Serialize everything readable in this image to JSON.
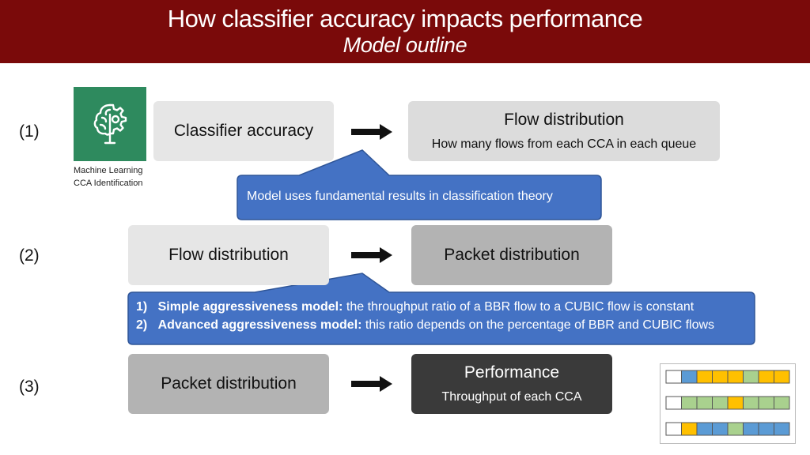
{
  "header": {
    "title": "How classifier accuracy impacts performance",
    "subtitle": "Model outline"
  },
  "steps": [
    "(1)",
    "(2)",
    "(3)"
  ],
  "ml_icon": {
    "icon": "gear-brain-icon",
    "caption_line1": "Machine Learning",
    "caption_line2": "CCA Identification",
    "color": "#2e8a5e"
  },
  "row1": {
    "left_box": "Classifier accuracy",
    "right_box_title": "Flow distribution",
    "right_box_sub": "How many flows from each CCA in each queue"
  },
  "callout1": {
    "text": "Model uses fundamental results in classification theory"
  },
  "row2": {
    "left_box": "Flow distribution",
    "right_box": "Packet distribution"
  },
  "callout2": {
    "item1_num": "1)",
    "item1_bold": "Simple aggressiveness model:",
    "item1_text": " the throughput ratio of a BBR flow to a CUBIC flow is constant",
    "item2_num": "2)",
    "item2_bold": "Advanced aggressiveness model:",
    "item2_text": " this ratio depends on the percentage of BBR and CUBIC flows"
  },
  "row3": {
    "left_box": "Packet distribution",
    "right_box_title": "Performance",
    "right_box_sub": "Throughput of each CCA"
  },
  "queues": {
    "colors": {
      "blue": "#5b9bd5",
      "yellow": "#ffc000",
      "green": "#a9d18e",
      "empty": "#ffffff"
    },
    "rows": [
      [
        "empty",
        "blue",
        "yellow",
        "yellow",
        "yellow",
        "green",
        "yellow",
        "yellow"
      ],
      [
        "empty",
        "green",
        "green",
        "green",
        "yellow",
        "green",
        "green",
        "green"
      ],
      [
        "empty",
        "yellow",
        "blue",
        "blue",
        "green",
        "blue",
        "blue",
        "blue"
      ]
    ]
  },
  "colors": {
    "header_bg": "#7a0a0a",
    "callout_fill": "#4472c4",
    "callout_stroke": "#2f5597"
  }
}
